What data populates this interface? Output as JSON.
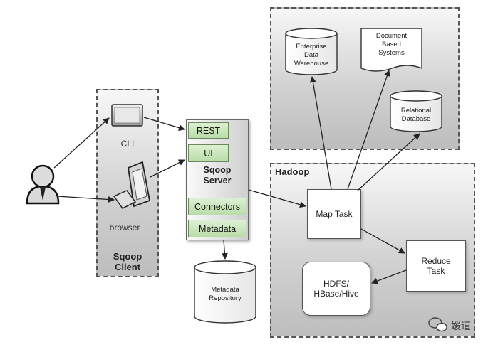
{
  "client": {
    "cli_label": "CLI",
    "browser_label": "browser",
    "panel_label_line1": "Sqoop",
    "panel_label_line2": "Client"
  },
  "server": {
    "rest_label": "REST",
    "ui_label": "UI",
    "title_line1": "Sqoop",
    "title_line2": "Server",
    "connectors_label": "Connectors",
    "metadata_label": "Metadata"
  },
  "metadata_repository": {
    "line1": "Metadata",
    "line2": "Repository"
  },
  "external_systems": {
    "edw": [
      "Enterprise",
      "Data",
      "Warehouse"
    ],
    "doc_systems": [
      "Document",
      "Based",
      "Systems"
    ],
    "rdb": [
      "Relational",
      "Database"
    ]
  },
  "hadoop": {
    "panel_label": "Hadoop",
    "map_task": "Map Task",
    "reduce_task_line1": "Reduce",
    "reduce_task_line2": "Task",
    "hdfs_line1": "HDFS/",
    "hdfs_line2": "HBase/Hive"
  },
  "watermark": {
    "text": "媛道"
  }
}
